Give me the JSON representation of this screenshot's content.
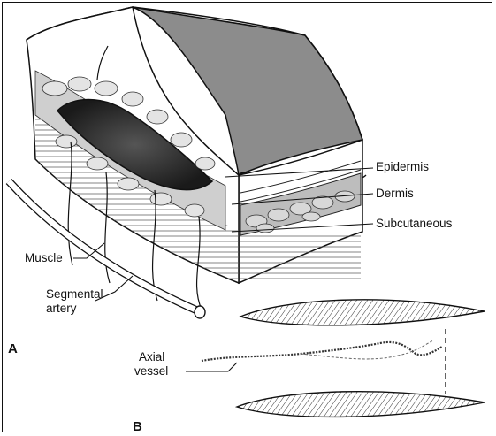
{
  "figure": {
    "panel_a": "A",
    "panel_b": "B",
    "labels": {
      "epidermis": "Epidermis",
      "dermis": "Dermis",
      "subcutaneous": "Subcutaneous",
      "muscle": "Muscle",
      "segmental_artery_line1": "Segmental",
      "segmental_artery_line2": "artery",
      "axial_vessel_line1": "Axial",
      "axial_vessel_line2": "vessel"
    }
  }
}
